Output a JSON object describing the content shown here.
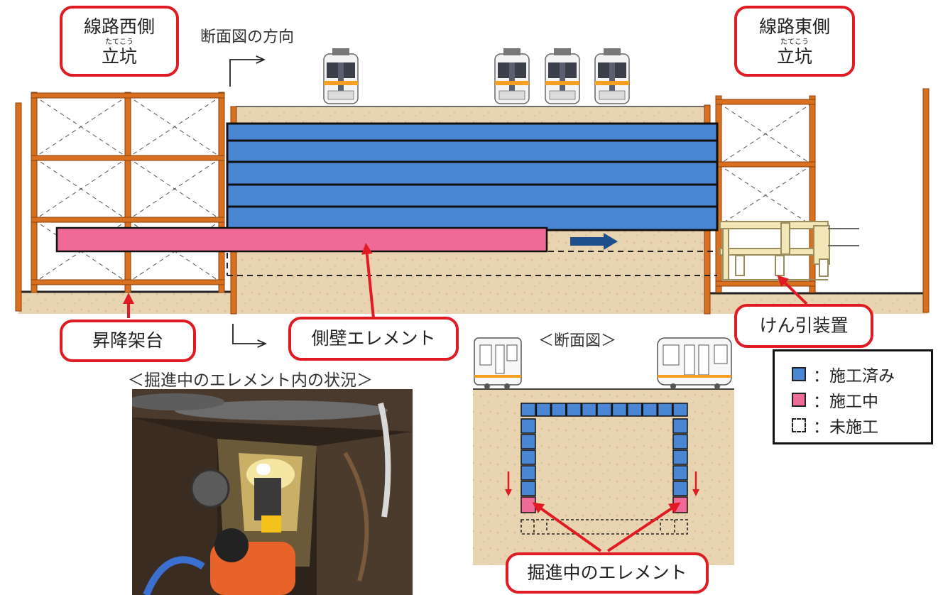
{
  "labels": {
    "west_shaft_title": "線路西側",
    "west_shaft_ruby": "たてこう",
    "west_shaft_main": "立坑",
    "east_shaft_title": "線路東側",
    "east_shaft_ruby": "たてこう",
    "east_shaft_main": "立坑",
    "section_direction": "断面図の方向",
    "lift_platform": "昇降架台",
    "side_wall_element": "側壁エレメント",
    "traction_device": "けん引装置",
    "cross_section_title": "＜断面図＞",
    "photo_caption": "＜掘進中のエレメント内の状況＞",
    "advancing_element": "掘進中のエレメント"
  },
  "legend": [
    {
      "key": "done",
      "text": "：施工済み",
      "color": "#4a86d4"
    },
    {
      "key": "in_progress",
      "text": "：施工中",
      "color": "#f06a98"
    },
    {
      "key": "not_started",
      "text": "：未施工",
      "color": "#ffffff"
    }
  ],
  "colors": {
    "completed": "#4a86d4",
    "in_progress": "#f06a98",
    "scaffold": "#d9701f",
    "soil": "#e6d2ae",
    "callout_border": "#e01b24",
    "arrow_red": "#e01b24",
    "arrow_blue": "#1f4e8c"
  },
  "icons": [
    "train-front-icon",
    "train-side-icon",
    "photo-tunnel-interior"
  ]
}
